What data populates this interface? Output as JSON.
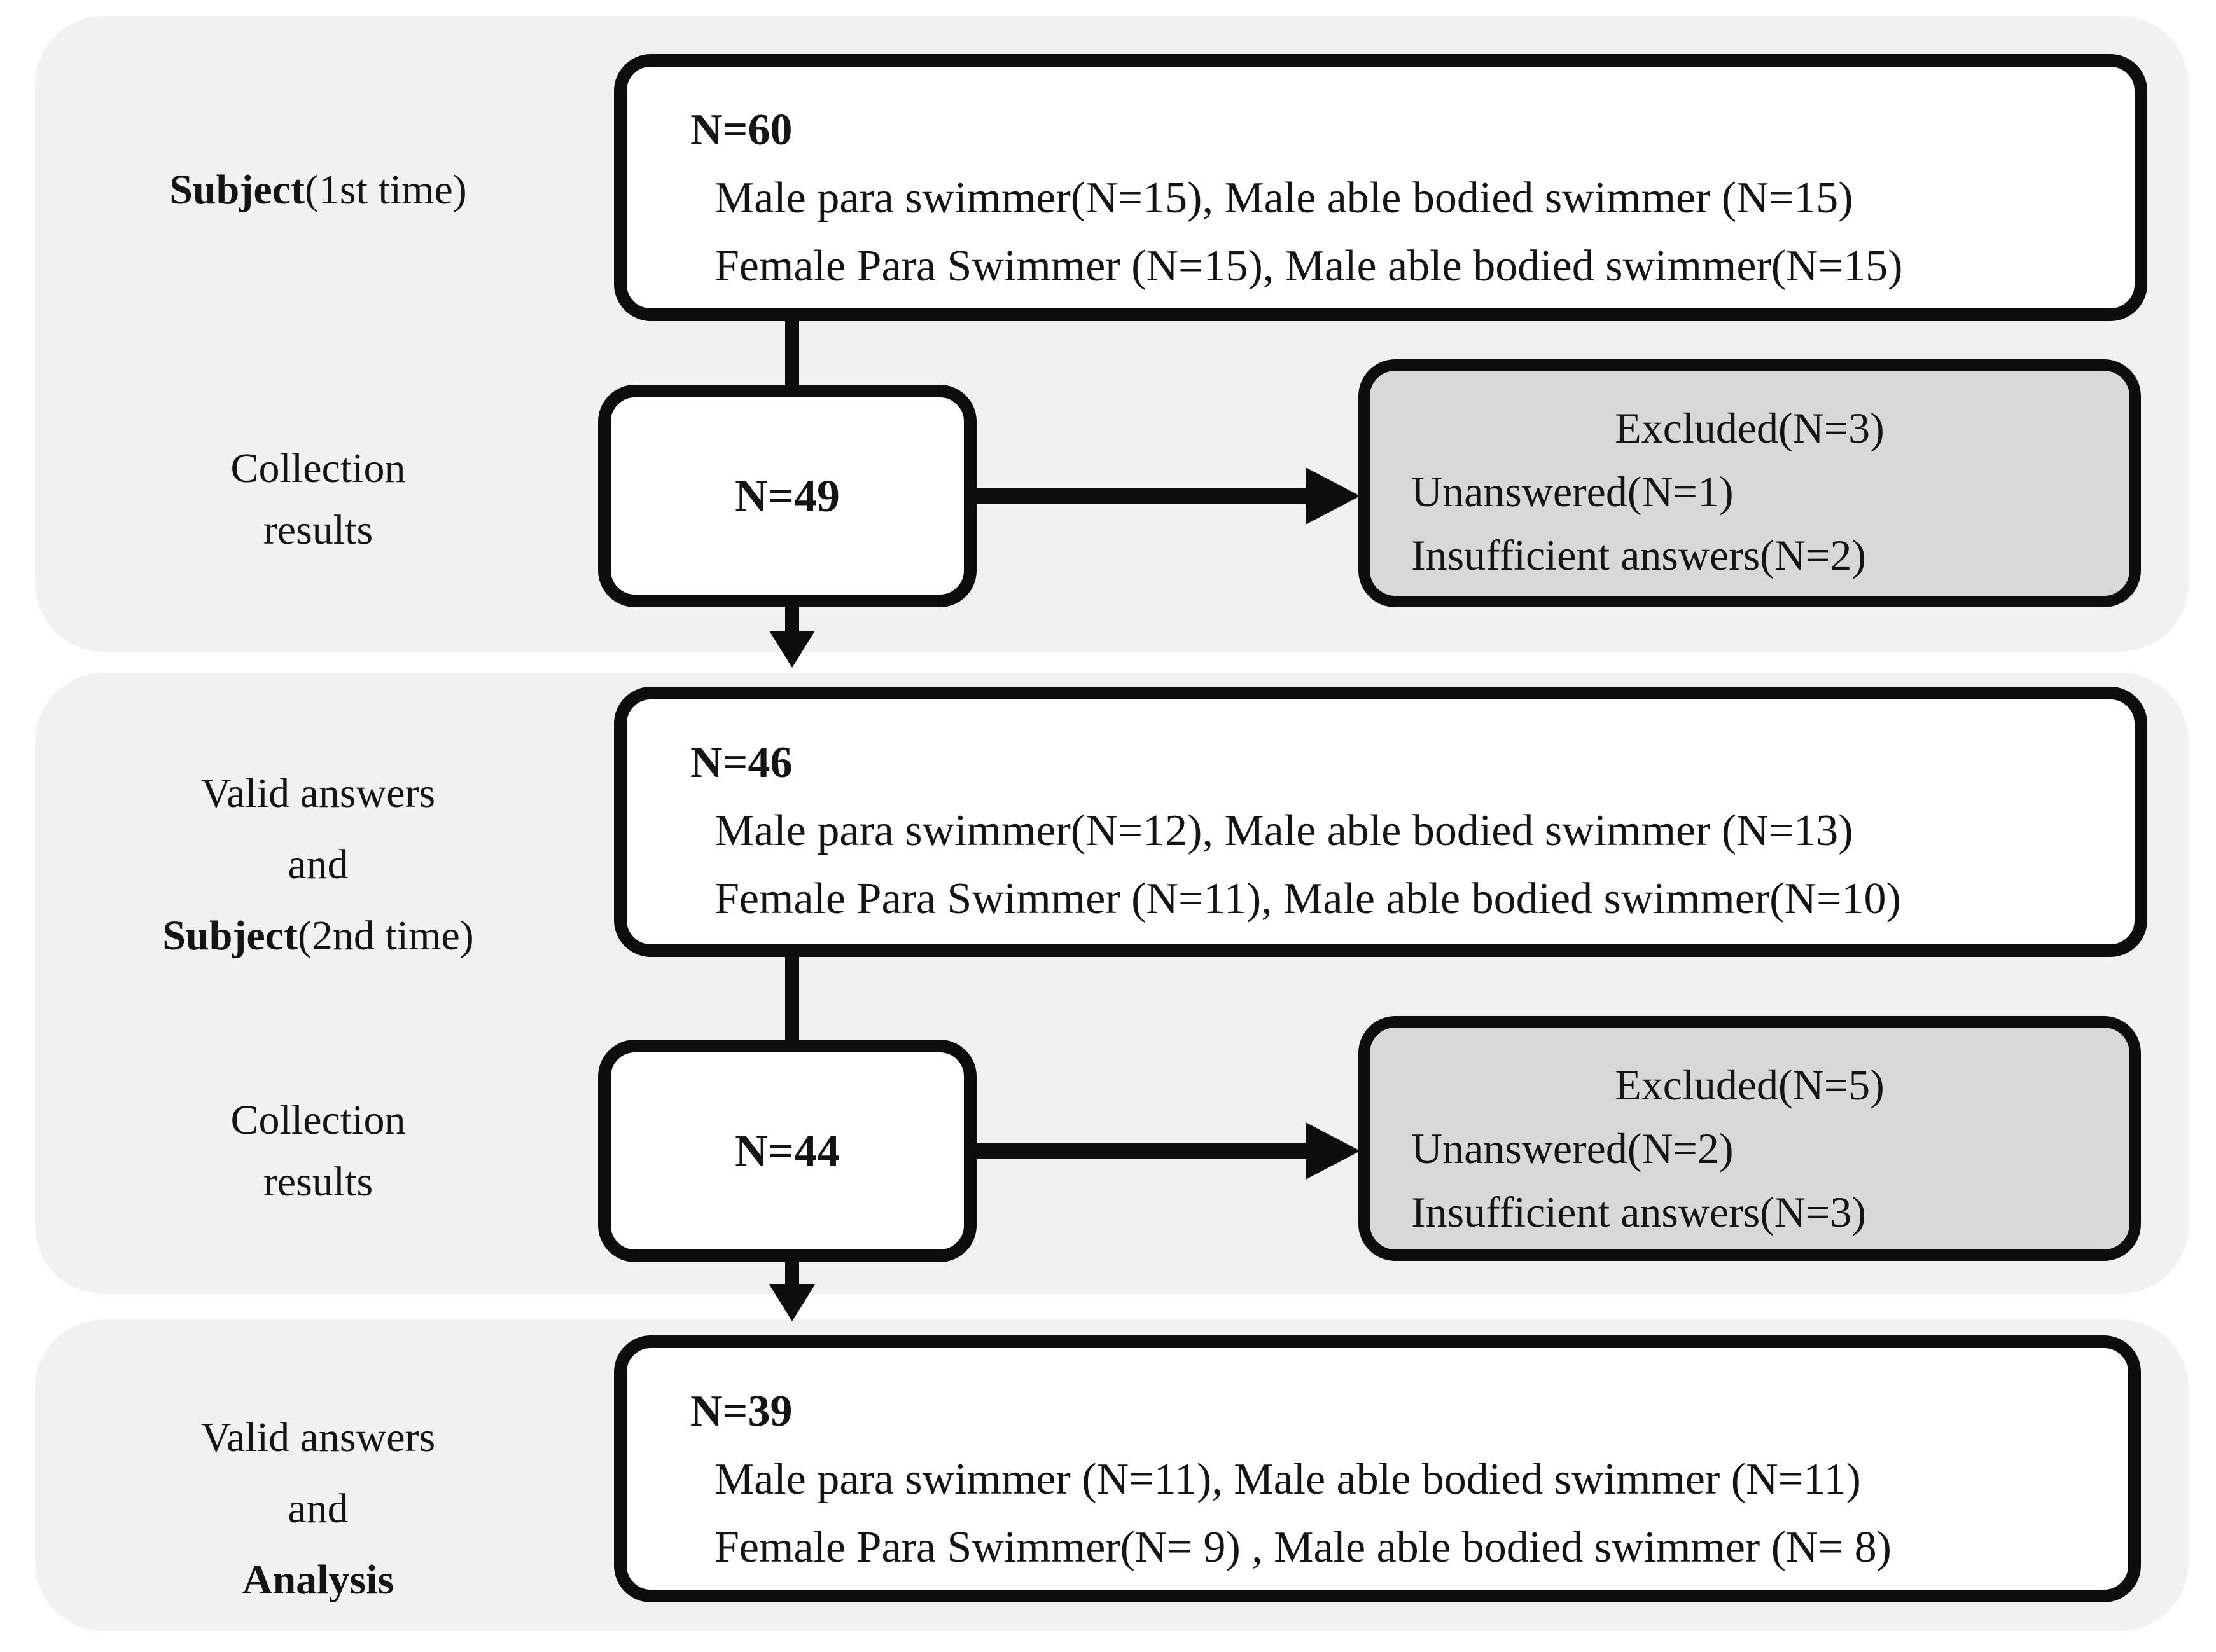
{
  "colors": {
    "section_bg": "#f1f1f1",
    "excluded_bg": "#d8d8d8",
    "box_border": "#0d0d0d",
    "text": "#141414"
  },
  "row_labels": {
    "subject_first": {
      "bold": "Subject",
      "rest": "(1st time)"
    },
    "collection_first": {
      "line1": "Collection",
      "line2": "results"
    },
    "valid_subject_second": {
      "line1": "Valid answers",
      "line2": "and",
      "bold": "Subject",
      "rest": "(2nd time)"
    },
    "collection_second": {
      "line1": "Collection",
      "line2": "results"
    },
    "valid_analysis": {
      "line1": "Valid answers",
      "line2": "and",
      "bold": "Analysis"
    }
  },
  "boxes": {
    "subject_first": {
      "n": "N=60",
      "detail1": "Male para swimmer(N=15), Male able bodied swimmer (N=15)",
      "detail2": "Female Para Swimmer (N=15), Male able bodied swimmer(N=15)"
    },
    "collection_first": {
      "n": "N=49"
    },
    "excluded_first": {
      "title": "Excluded(N=3)",
      "reason1": "Unanswered(N=1)",
      "reason2": "Insufficient answers(N=2)"
    },
    "valid_second": {
      "n": "N=46",
      "detail1": "Male para swimmer(N=12), Male able bodied swimmer (N=13)",
      "detail2": "Female Para Swimmer (N=11), Male able bodied swimmer(N=10)"
    },
    "collection_second": {
      "n": "N=44"
    },
    "excluded_second": {
      "title": "Excluded(N=5)",
      "reason1": "Unanswered(N=2)",
      "reason2": "Insufficient answers(N=3)"
    },
    "valid_analysis": {
      "n": "N=39",
      "detail1": "Male para swimmer (N=11), Male able bodied swimmer (N=11)",
      "detail2": "Female Para Swimmer(N= 9) , Male able bodied swimmer (N= 8)"
    }
  }
}
